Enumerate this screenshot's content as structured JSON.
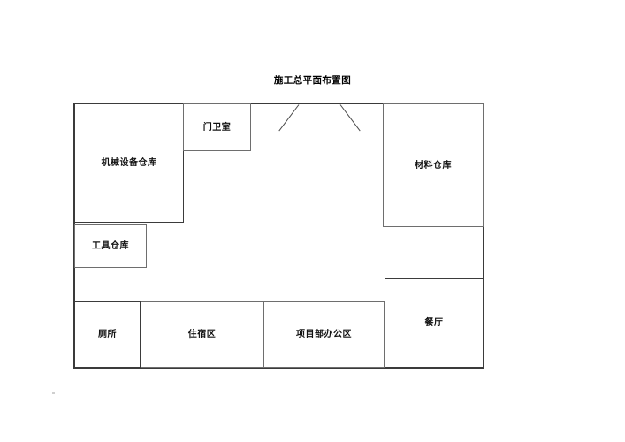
{
  "document": {
    "title": "施工总平面布置图",
    "has_header_rule": true,
    "page_background": "#ffffff"
  },
  "plan": {
    "name": "construction-site-general-layout-plan",
    "boundary_color": "#3a3a3a",
    "room_border_color": "#6e6e6e",
    "rooms": [
      {
        "id": "mechanical-equipment-warehouse",
        "label": "机械设备仓库"
      },
      {
        "id": "guard-room",
        "label": "门卫室"
      },
      {
        "id": "material-warehouse",
        "label": "材料仓库"
      },
      {
        "id": "tool-warehouse",
        "label": "工具仓库"
      },
      {
        "id": "toilet",
        "label": "厕所"
      },
      {
        "id": "dormitory-area",
        "label": "住宿区"
      },
      {
        "id": "project-department-office-area",
        "label": "项目部办公区"
      },
      {
        "id": "canteen",
        "label": "餐厅"
      }
    ],
    "gate": {
      "id": "site-entrance-gate",
      "marks": 2
    }
  }
}
